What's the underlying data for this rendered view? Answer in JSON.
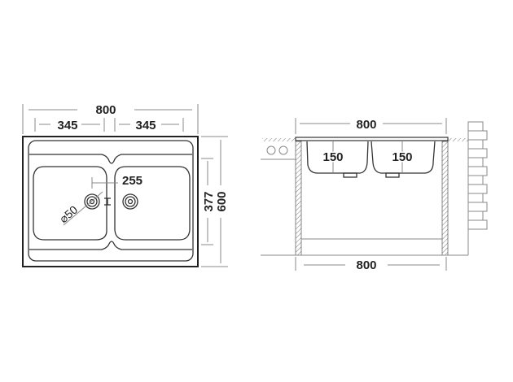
{
  "top_view": {
    "overall_width": "800",
    "bowl_width_left": "345",
    "bowl_width_right": "345",
    "drain_spacing": "255",
    "drain_diameter": "⌀50",
    "bowl_depth_dim": "377",
    "overall_depth": "600"
  },
  "side_view": {
    "top_width": "800",
    "bowl_depth_left": "150",
    "bowl_depth_right": "150",
    "cabinet_width": "800"
  }
}
